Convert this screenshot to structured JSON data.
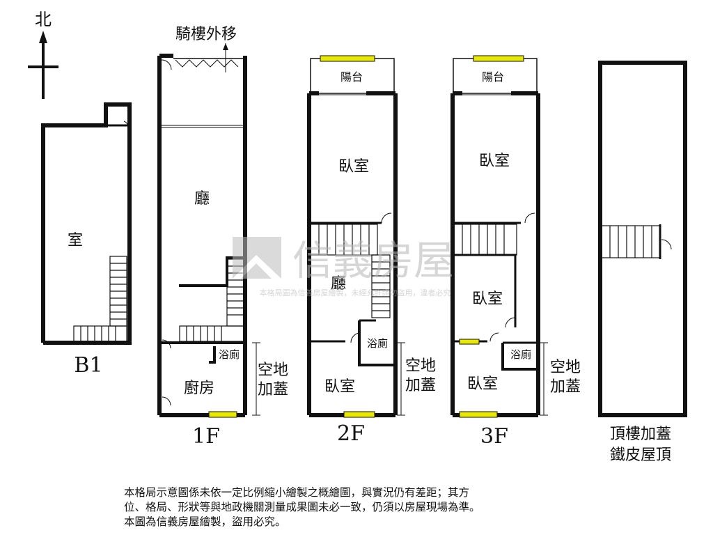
{
  "north": "北",
  "arcade_label": "騎樓外移",
  "floors": {
    "b1": {
      "label": "B1",
      "rooms": {
        "room": "室"
      }
    },
    "f1": {
      "label": "1F",
      "rooms": {
        "hall": "廳",
        "bath": "浴廁",
        "kitchen": "廚房"
      },
      "side_label_1": "空地",
      "side_label_2": "加蓋"
    },
    "f2": {
      "label": "2F",
      "rooms": {
        "balcony": "陽台",
        "bedroom_top": "臥室",
        "hall": "廳",
        "bath": "浴廁",
        "bedroom_bottom": "臥室"
      },
      "side_label_1": "空地",
      "side_label_2": "加蓋"
    },
    "f3": {
      "label": "3F",
      "rooms": {
        "balcony": "陽台",
        "bedroom_top": "臥室",
        "bedroom_mid": "臥室",
        "bath": "浴廁",
        "bedroom_bottom": "臥室"
      },
      "side_label_1": "空地",
      "side_label_2": "加蓋"
    },
    "roof": {
      "label_1": "頂樓加蓋",
      "label_2": "鐵皮屋頂"
    }
  },
  "watermark": {
    "brand": "信義房屋",
    "notice": "本格局圖為信義房屋繪製，未經允許請勿盜用，違者必究"
  },
  "disclaimer": [
    "本格局示意圖係未依一定比例縮小繪製之概繪圖，與實況仍有差距；其方",
    "位、格局、形狀等與地政機關測量成果圖未必一致，仍須以房屋現場為準。",
    "本圖為信義房屋繪製，盜用必究。"
  ]
}
